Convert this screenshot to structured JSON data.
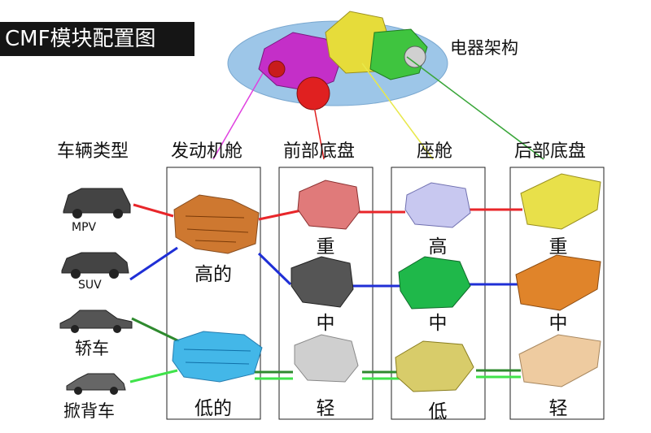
{
  "title": "CMF模块配置图",
  "electrical_label": "电器架构",
  "column_headers": {
    "vehicle_type": "车辆类型",
    "engine_bay": "发动机舱",
    "front_chassis": "前部底盘",
    "cockpit": "座舱",
    "rear_chassis": "后部底盘"
  },
  "vehicles": {
    "mpv": "MPV",
    "suv": "SUV",
    "sedan": "轿车",
    "hatchback": "掀背车"
  },
  "engine_bay_levels": {
    "high": "高的",
    "low": "低的"
  },
  "front_chassis_levels": {
    "heavy": "重",
    "medium": "中",
    "light": "轻"
  },
  "cockpit_levels": {
    "high": "高",
    "medium": "中",
    "low": "低"
  },
  "rear_chassis_levels": {
    "heavy": "重",
    "medium": "中",
    "light": "轻"
  },
  "colors": {
    "red_line": "#e8262a",
    "blue_line": "#1f2fd6",
    "dark_green_line": "#2e8a2e",
    "light_green_line": "#3fe34a",
    "magenta_line": "#e040e0",
    "yellow_line": "#e8e84a",
    "green_line": "#3aa63a",
    "ellipse": "#9dc6e8"
  }
}
